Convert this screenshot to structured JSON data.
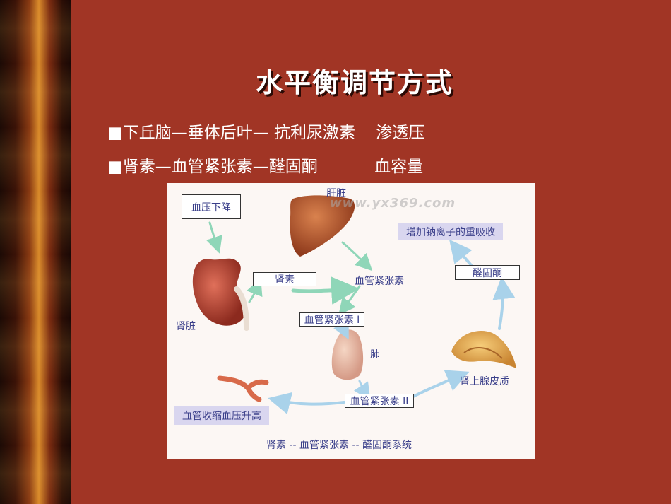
{
  "slide": {
    "title": "水平衡调节方式",
    "bullets": [
      {
        "mark": "■",
        "text": "下丘脑—垂体后叶— 抗利尿激素    渗透压"
      },
      {
        "mark": "■",
        "text": "肾素—血管紧张素—醛固酮           血容量"
      }
    ]
  },
  "diagram": {
    "watermark": "www.yx369.com",
    "labels": {
      "bp_drop": "血压下降",
      "liver": "肝脏",
      "kidney": "肾脏",
      "renin": "肾素",
      "angiotensinogen": "血管紧张素",
      "angiotensin1": "血管紧张素 I",
      "lung": "肺",
      "angiotensin2": "血管紧张素 II",
      "adrenal_cortex": "肾上腺皮质",
      "aldosterone": "醛固酮",
      "sodium_reabsorb": "增加钠离子的重吸收",
      "vasoconstrict": "血管收缩血压升高",
      "caption": "肾素 -- 血管紧张素 -- 醛固酮系统"
    }
  },
  "colors": {
    "background": "#a13525",
    "panel": "#fcf7f4",
    "label_text": "#3a3f8a",
    "shade_box": "#d9d6ef",
    "arrow_blue": "#a9d2ea",
    "arrow_green": "#8fd6b8"
  }
}
